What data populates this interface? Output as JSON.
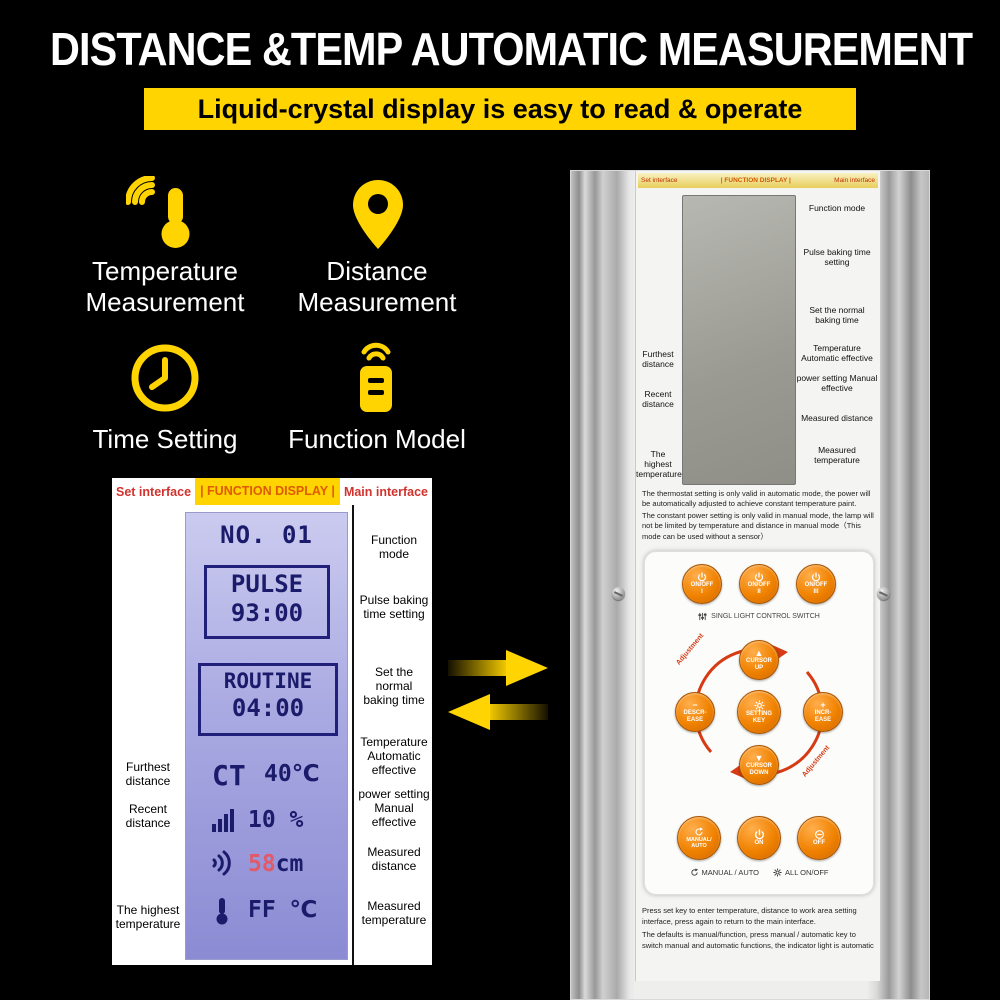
{
  "colors": {
    "accent_yellow": "#ffd400",
    "button_orange": "#f08200",
    "arc_red": "#d63b14",
    "lcd_navy": "#1b1b6b"
  },
  "header": {
    "title": "DISTANCE &TEMP AUTOMATIC MEASUREMENT",
    "banner": "Liquid-crystal display is easy to read & operate"
  },
  "features": [
    {
      "label": "Temperature Measurement"
    },
    {
      "label": "Distance Measurement"
    },
    {
      "label": "Time Setting"
    },
    {
      "label": "Function Model"
    }
  ],
  "glyphs": {
    "cursor_up": "▲",
    "cursor_down": "▼",
    "decrease": "−",
    "increase": "+"
  },
  "lcd": {
    "header": {
      "left": "Set interface",
      "center": "| FUNCTION DISPLAY |",
      "right": "Main interface"
    },
    "screen": {
      "no": "NO. 01",
      "pulse_label": "PULSE",
      "pulse_time": "93:00",
      "routine_label": "ROUTINE",
      "routine_time": "04:00",
      "ct_label": "CT",
      "ct_value": "40℃",
      "power_value": "10 %",
      "distance_value": "58",
      "distance_unit": "cm",
      "temp_value": "FF ℃"
    },
    "left_labels": [
      "Furthest distance",
      "Recent distance",
      "The highest temperature"
    ],
    "right_labels": [
      "Function mode",
      "Pulse baking time setting",
      "Set the normal baking time",
      "Temperature Automatic effective",
      "power setting Manual effective",
      "Measured distance",
      "Measured temperature"
    ]
  },
  "panel": {
    "header": {
      "left": "Set interface",
      "center": "| FUNCTION DISPLAY |",
      "right": "Main interface"
    },
    "left_labels": [
      "Furthest distance",
      "Recent distance",
      "The highest temperature"
    ],
    "right_labels": [
      "Function mode",
      "Pulse baking time setting",
      "Set the normal baking time",
      "Temperature Automatic effective",
      "power setting Manual effective",
      "Measured distance",
      "Measured temperature"
    ],
    "note1": "The thermostat setting is only valid in automatic mode, the power will be automatically adjusted to achieve constant temperature paint.",
    "note2": "The constant power setting is only valid in manual mode, the lamp will not be limited by temperature and distance in manual mode（This mode can be used without a sensor）",
    "switches": [
      {
        "label": "ON/OFF",
        "num": "I"
      },
      {
        "label": "ON/OFF",
        "num": "II"
      },
      {
        "label": "ON/OFF",
        "num": "III"
      }
    ],
    "switch_caption": "SINGL LIGHT CONTROL SWITCH",
    "adjustment_label": "Adjustment",
    "dpad": {
      "up": "CURSOR UP",
      "down": "CURSOR DOWN",
      "left": "DESCR-EASE",
      "right": "INCR-EASE",
      "center": "SETTING KEY"
    },
    "bottom_buttons": {
      "manual_auto": "MANUAL/ AUTO",
      "on": "ON",
      "off": "OFF"
    },
    "caption_manual": "MANUAL / AUTO",
    "caption_all": "ALL ON/OFF",
    "footer1": "Press set key to enter temperature, distance to work area setting interface, press again to return to the main interface.",
    "footer2": "The defaults is manual/function, press manual / automatic key to switch manual and automatic functions, the indicator light is automatic"
  }
}
